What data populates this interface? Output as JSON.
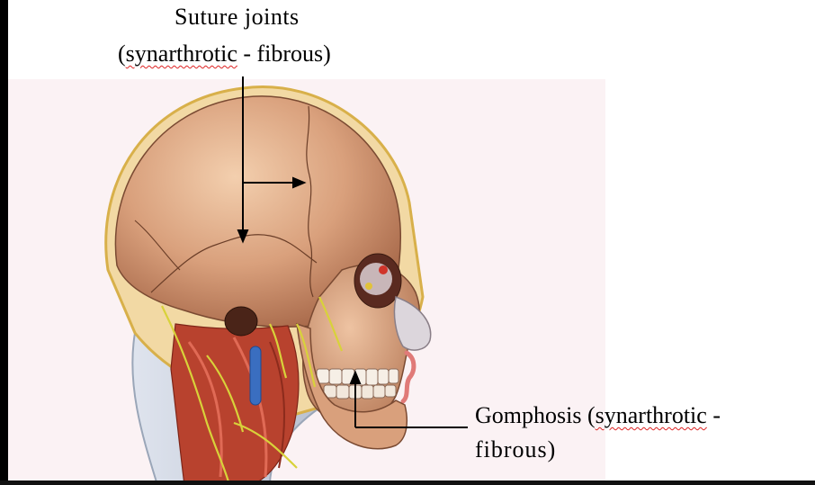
{
  "labels": {
    "suture_title": "Suture joints",
    "suture_paren_open": "(",
    "suture_word": "synarthrotic",
    "suture_rest": " - fibrous)",
    "gomph_start": "Gomphosis (",
    "gomph_word": "synarthrotic",
    "gomph_end": " -",
    "gomph_line2": "fibrous)"
  },
  "colors": {
    "background": "#ffffff",
    "plate": "#fbf2f4",
    "bone": "#d9a07c",
    "muscle": "#b8422e",
    "nerve": "#d8d23a",
    "artery": "#c8332a",
    "vein": "#3a6ec0",
    "arrow": "#000000"
  }
}
